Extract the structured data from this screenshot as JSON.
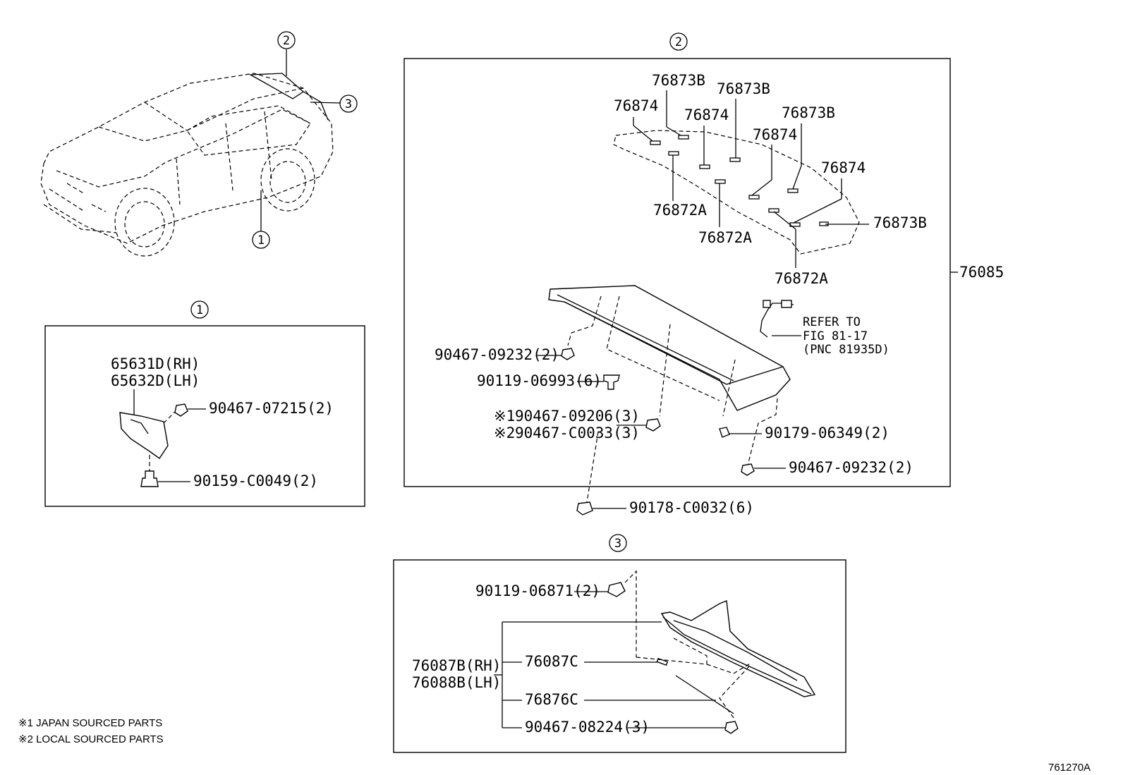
{
  "callouts": {
    "c1": "1",
    "c2": "2",
    "c3": "3"
  },
  "vehicle_view": {
    "marker_1": "1",
    "marker_2": "2",
    "marker_3": "3"
  },
  "section_1": {
    "header": "1",
    "part_rh": "65631D(RH)",
    "part_lh": "65632D(LH)",
    "clip": "90467-07215(2)",
    "bolt": "90159-C0049(2)"
  },
  "section_2": {
    "header": "2",
    "assembly": "76085",
    "labels": {
      "p76874_a": "76874",
      "p76873b_a": "76873B",
      "p76874_b": "76874",
      "p76873b_b": "76873B",
      "p76873b_c": "76873B",
      "p76874_c": "76874",
      "p76874_d": "76874",
      "p76873b_d": "76873B",
      "p76872a_a": "76872A",
      "p76872a_b": "76872A",
      "p76872a_c": "76872A"
    },
    "refer": [
      "REFER TO",
      "FIG 81-17",
      "(PNC 81935D)"
    ],
    "clip_left": "90467-09232(2)",
    "grommet": "90119-06993(6)",
    "clip_jp": "90467-09206(3)",
    "clip_local": "90467-C0033(3)",
    "note_mark_1": "※1",
    "note_mark_2": "※2",
    "nut": "90179-06349(2)",
    "clip_right": "90467-09232(2)",
    "nut_outside": "90178-C0032(6)"
  },
  "section_3": {
    "header": "3",
    "grommet": "90119-06871(2)",
    "part_rh": "76087B(RH)",
    "part_lh": "76088B(LH)",
    "p76087c": "76087C",
    "p76876c": "76876C",
    "clip": "90467-08224(3)"
  },
  "notes": {
    "n1": "※1 JAPAN SOURCED PARTS",
    "n2": "※2 LOCAL SOURCED PARTS"
  },
  "figure_id": "761270A"
}
